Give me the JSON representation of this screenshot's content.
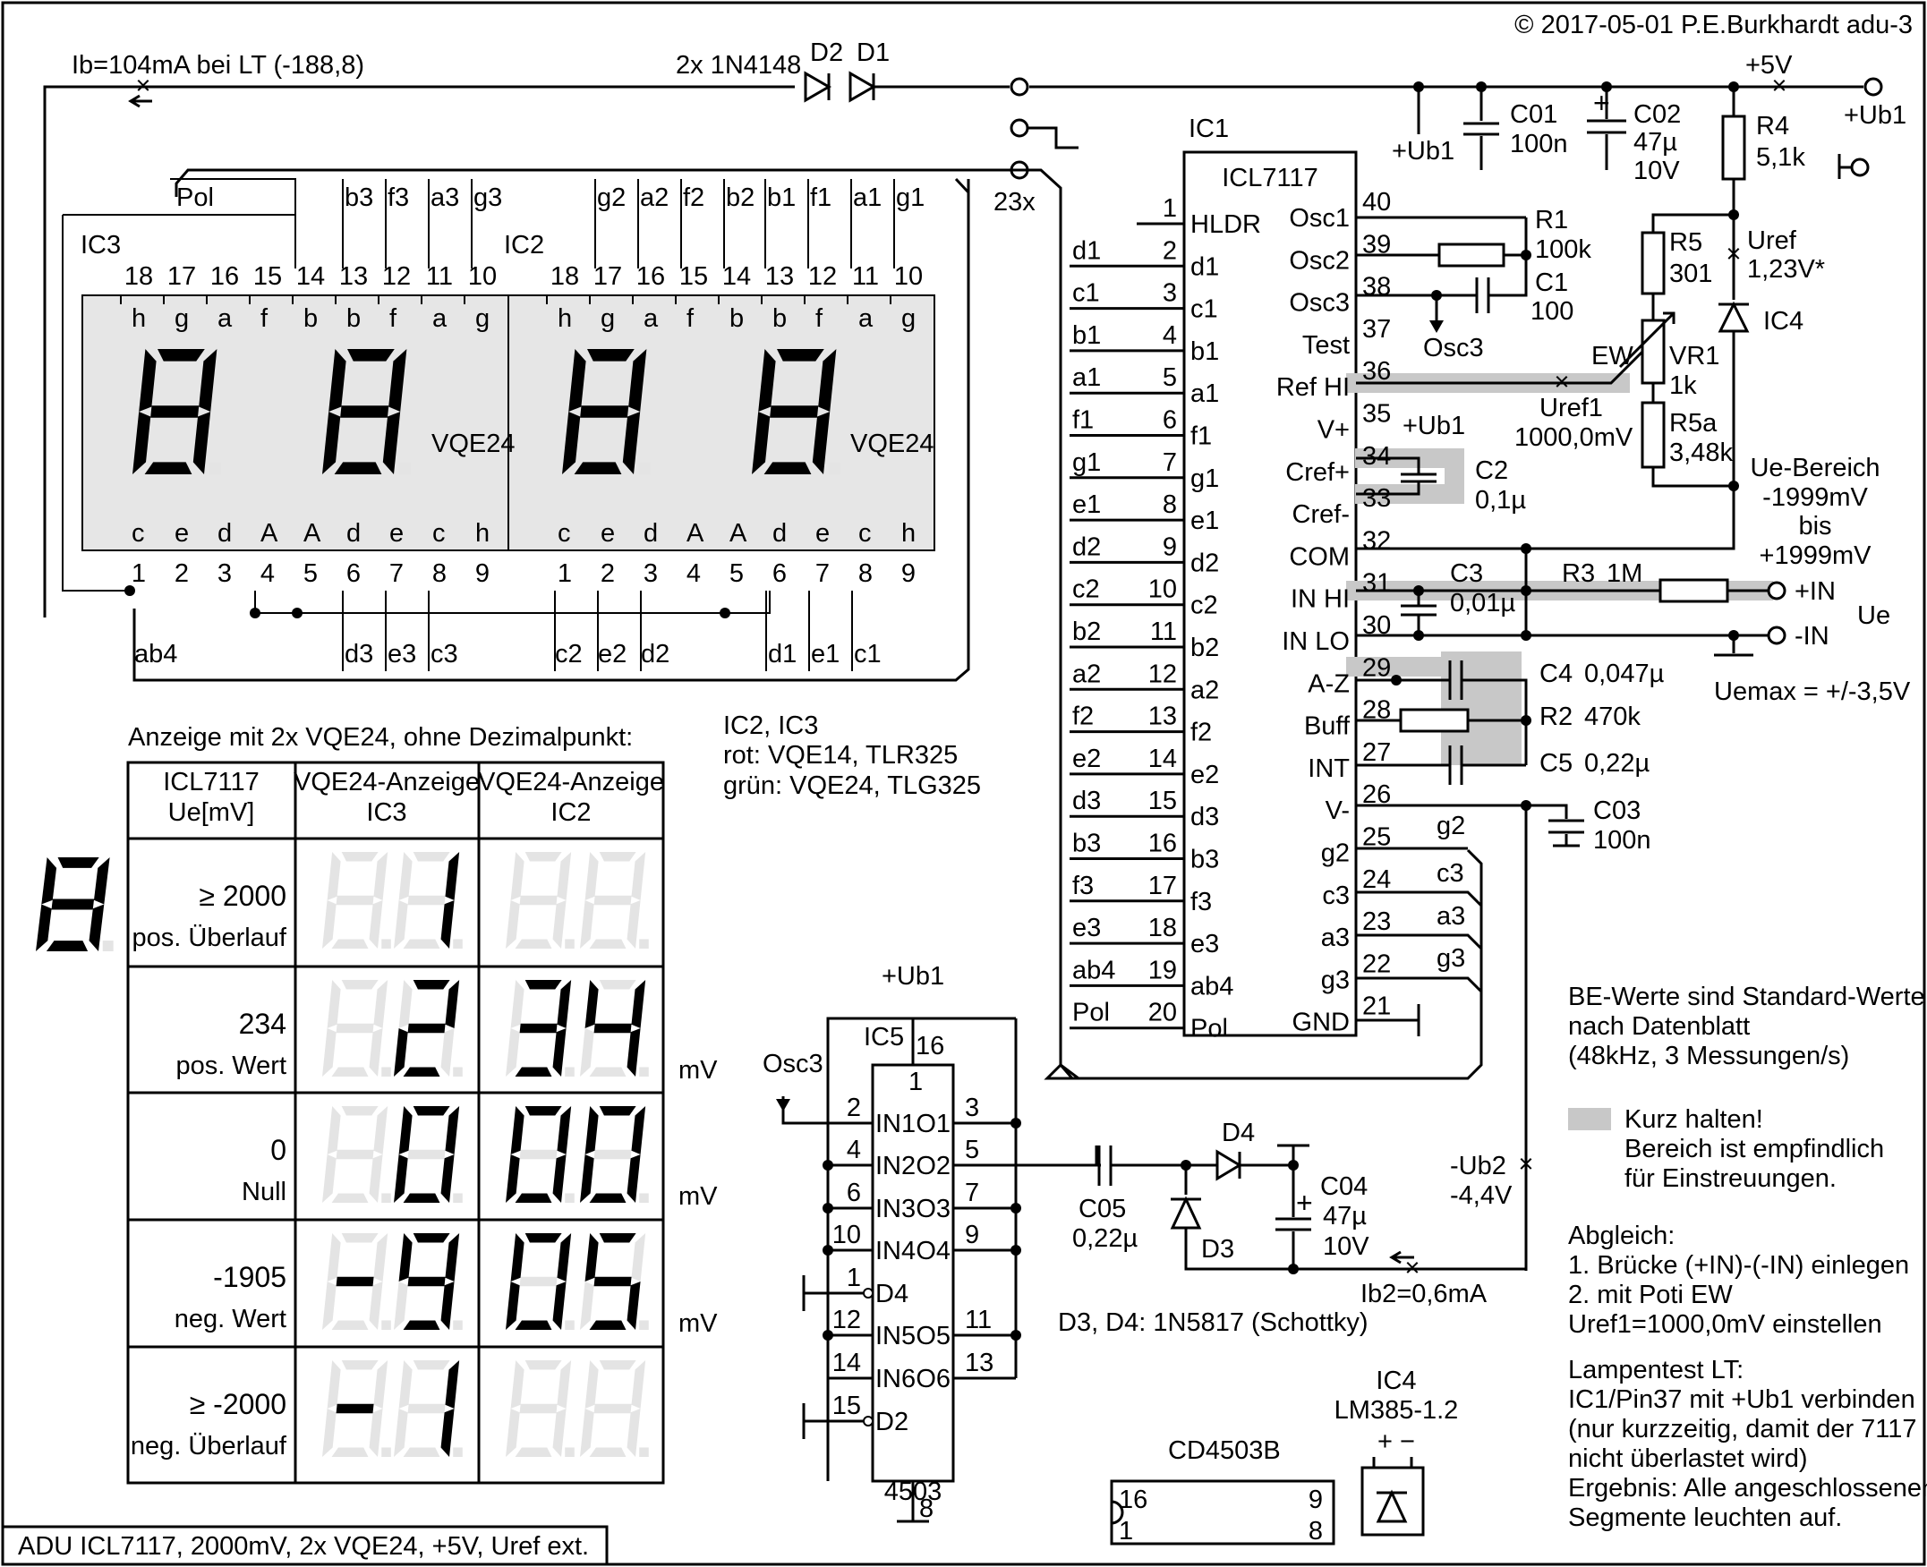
{
  "header": {
    "copyright": "© 2017-05-01 P.E.Burkhardt  adu-3"
  },
  "footer": {
    "title": "ADU ICL7117, 2000mV, 2x VQE24, +5V, Uref ext."
  },
  "top": {
    "ib_label": "Ib=104mA bei LT (-188,8)",
    "diodes_label": "2x 1N4148",
    "d2": "D2",
    "d1": "D1",
    "plus5v": "+5V",
    "plusub1_out": "+Ub1",
    "x23": "23x"
  },
  "power": {
    "ub1": "+Ub1",
    "c01": "C01",
    "c01v": "100n",
    "c02": "C02",
    "c02v": "47µ",
    "c02u": "10V",
    "r4": "R4",
    "r4v": "5,1k",
    "uref": "Uref",
    "urefv": "1,23V*",
    "ic4": "IC4",
    "r5": "R5",
    "r5v": "301",
    "vr1": "VR1",
    "vr1v": "1k",
    "ew": "EW",
    "r5a": "R5a",
    "r5av": "3,48k",
    "r1": "R1",
    "r1v": "100k",
    "c1": "C1",
    "c1v": "100",
    "osc3": "Osc3",
    "uref1": "Uref1",
    "uref1v": "1000,0mV",
    "vplus_ub1": "+Ub1",
    "c2": "C2",
    "c2v": "0,1µ",
    "ue_bereich": [
      "Ue-Bereich",
      "-1999mV",
      "bis",
      "+1999mV"
    ],
    "c3": "C3",
    "c3v": "0,01µ",
    "r3": "R3",
    "r3v": "1M",
    "plus_in": "+IN",
    "minus_in": "-IN",
    "ue": "Ue",
    "uemax": "Uemax = +/-3,5V",
    "c4": "C4",
    "c4v": "0,047µ",
    "r2": "R2",
    "r2v": "470k",
    "c5": "C5",
    "c5v": "0,22µ",
    "c03": "C03",
    "c03v": "100n",
    "g2": "g2",
    "c3n": "c3",
    "a3": "a3",
    "g3": "g3"
  },
  "ic1": {
    "name": "IC1",
    "type": "ICL7117",
    "left_pins": [
      {
        "num": "1",
        "name": "HLDR",
        "net": ""
      },
      {
        "num": "2",
        "name": "d1",
        "net": "d1"
      },
      {
        "num": "3",
        "name": "c1",
        "net": "c1"
      },
      {
        "num": "4",
        "name": "b1",
        "net": "b1"
      },
      {
        "num": "5",
        "name": "a1",
        "net": "a1"
      },
      {
        "num": "6",
        "name": "f1",
        "net": "f1"
      },
      {
        "num": "7",
        "name": "g1",
        "net": "g1"
      },
      {
        "num": "8",
        "name": "e1",
        "net": "e1"
      },
      {
        "num": "9",
        "name": "d2",
        "net": "d2"
      },
      {
        "num": "10",
        "name": "c2",
        "net": "c2"
      },
      {
        "num": "11",
        "name": "b2",
        "net": "b2"
      },
      {
        "num": "12",
        "name": "a2",
        "net": "a2"
      },
      {
        "num": "13",
        "name": "f2",
        "net": "f2"
      },
      {
        "num": "14",
        "name": "e2",
        "net": "e2"
      },
      {
        "num": "15",
        "name": "d3",
        "net": "d3"
      },
      {
        "num": "16",
        "name": "b3",
        "net": "b3"
      },
      {
        "num": "17",
        "name": "f3",
        "net": "f3"
      },
      {
        "num": "18",
        "name": "e3",
        "net": "e3"
      },
      {
        "num": "19",
        "name": "ab4",
        "net": "ab4"
      },
      {
        "num": "20",
        "name": "Pol",
        "net": "Pol"
      }
    ],
    "right_pins": [
      {
        "num": "40",
        "name": "Osc1"
      },
      {
        "num": "39",
        "name": "Osc2"
      },
      {
        "num": "38",
        "name": "Osc3"
      },
      {
        "num": "37",
        "name": "Test"
      },
      {
        "num": "36",
        "name": "Ref HI"
      },
      {
        "num": "35",
        "name": "V+"
      },
      {
        "num": "34",
        "name": "Cref+"
      },
      {
        "num": "33",
        "name": "Cref-"
      },
      {
        "num": "32",
        "name": "COM"
      },
      {
        "num": "31",
        "name": "IN HI"
      },
      {
        "num": "30",
        "name": "IN LO"
      },
      {
        "num": "29",
        "name": "A-Z"
      },
      {
        "num": "28",
        "name": "Buff"
      },
      {
        "num": "27",
        "name": "INT"
      },
      {
        "num": "26",
        "name": "V-"
      },
      {
        "num": "25",
        "name": "g2"
      },
      {
        "num": "24",
        "name": "c3"
      },
      {
        "num": "23",
        "name": "a3"
      },
      {
        "num": "22",
        "name": "g3"
      },
      {
        "num": "21",
        "name": "GND"
      }
    ]
  },
  "display": {
    "ic3": "IC3",
    "ic2": "IC2",
    "vqe": "VQE24",
    "pol": "Pol",
    "top_nums": [
      "18",
      "17",
      "16",
      "15",
      "14",
      "13",
      "12",
      "11",
      "10"
    ],
    "bot_nums": [
      "1",
      "2",
      "3",
      "4",
      "5",
      "6",
      "7",
      "8",
      "9"
    ],
    "top_segs": [
      "h",
      "g",
      "a",
      "f",
      "b",
      "b",
      "f",
      "a",
      "g"
    ],
    "bot_segs": [
      "c",
      "e",
      "d",
      "A",
      "A",
      "d",
      "e",
      "c",
      "h"
    ],
    "ic3_top_labels": [
      "b3",
      "f3",
      "a3",
      "g3"
    ],
    "ic2_top_labels": [
      "g2",
      "a2",
      "f2",
      "b2",
      "b1",
      "f1",
      "a1",
      "g1"
    ],
    "ic3_bot_labels": [
      "ab4",
      "d3",
      "e3",
      "c3"
    ],
    "ic2_bot_labels": [
      "c2",
      "e2",
      "d2",
      "d1",
      "e1",
      "c1"
    ]
  },
  "table": {
    "caption": "Anzeige mit 2x VQE24, ohne Dezimalpunkt:",
    "headers": [
      [
        "ICL7117",
        "Ue[mV]"
      ],
      [
        "VQE24-Anzeige",
        "IC3"
      ],
      [
        "VQE24-Anzeige",
        "IC2"
      ]
    ],
    "rows": [
      {
        "value": "≥ 2000",
        "desc": "pos. Überlauf",
        "unit": ""
      },
      {
        "value": "234",
        "desc": "pos. Wert",
        "unit": "mV"
      },
      {
        "value": "0",
        "desc": "Null",
        "unit": "mV"
      },
      {
        "value": "-1905",
        "desc": "neg. Wert",
        "unit": "mV"
      },
      {
        "value": "≥ -2000",
        "desc": "neg. Überlauf",
        "unit": ""
      }
    ]
  },
  "colors": {
    "lines": [
      "IC2, IC3",
      "rot: VQE14, TLR325",
      "grün: VQE24, TLG325"
    ]
  },
  "ic5": {
    "ub1": "+Ub1",
    "name": "IC5",
    "type": "4503",
    "osc3": "Osc3",
    "pin16": "16",
    "pin1": "1",
    "pin8": "8",
    "left": [
      {
        "num": "2",
        "name": "IN1"
      },
      {
        "num": "4",
        "name": "IN2"
      },
      {
        "num": "6",
        "name": "IN3"
      },
      {
        "num": "10",
        "name": "IN4"
      },
      {
        "num": "1",
        "name": "D4"
      },
      {
        "num": "12",
        "name": "IN5"
      },
      {
        "num": "14",
        "name": "IN6"
      },
      {
        "num": "15",
        "name": "D2"
      }
    ],
    "right": [
      {
        "num": "3",
        "name": "O1"
      },
      {
        "num": "5",
        "name": "O2"
      },
      {
        "num": "7",
        "name": "O3"
      },
      {
        "num": "9",
        "name": "O4"
      },
      {
        "num": "11",
        "name": "O5"
      },
      {
        "num": "13",
        "name": "O6"
      }
    ]
  },
  "pump": {
    "c05": "C05",
    "c05v": "0,22µ",
    "d4": "D4",
    "d3": "D3",
    "c04": "C04",
    "c04v": "47µ",
    "c04u": "10V",
    "ib2": "Ib2=0,6mA",
    "ub2": "-Ub2",
    "ub2v": "-4,4V",
    "diodes": "D3, D4: 1N5817 (Schottky)"
  },
  "notes": {
    "be": [
      "BE-Werte sind Standard-Werte",
      "nach Datenblatt",
      "(48kHz, 3 Messungen/s)"
    ],
    "kurz": [
      "Kurz halten!",
      "Bereich ist empfindlich",
      "für Einstreuungen."
    ],
    "abgleich": [
      "Abgleich:",
      "1. Brücke (+IN)-(-IN) einlegen",
      "2. mit Poti EW",
      "Uref1=1000,0mV einstellen"
    ],
    "lt": [
      "Lampentest LT:",
      "IC1/Pin37 mit +Ub1 verbinden",
      "(nur kurzzeitig, damit der 7117",
      "nicht überlastet wird)",
      "Ergebnis: Alle angeschlossenen",
      "Segmente leuchten auf."
    ]
  },
  "packages": {
    "cd": "CD4503B",
    "p16": "16",
    "p9": "9",
    "p1": "1",
    "p8": "8",
    "ic4": "IC4",
    "lm": "LM385-1.2",
    "pm": "+ −"
  }
}
